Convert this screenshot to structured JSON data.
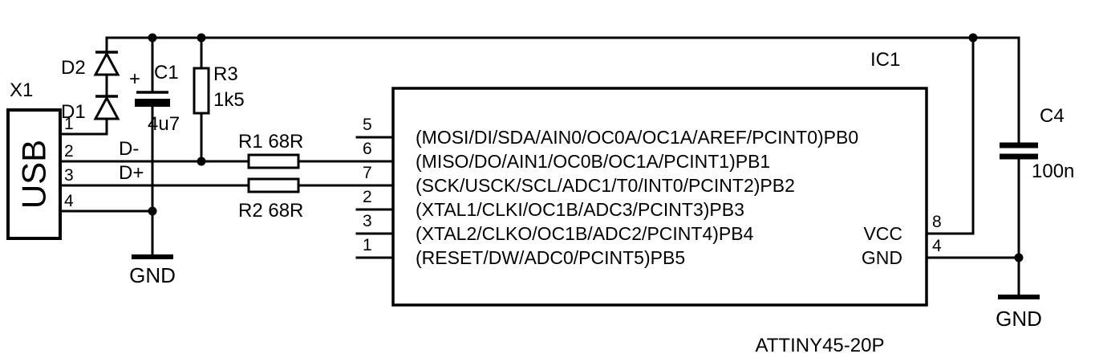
{
  "schematic": {
    "connector": {
      "ref": "X1",
      "name": "USB",
      "pin_numbers": [
        "1",
        "2",
        "3",
        "4"
      ]
    },
    "diodes": {
      "d2": "D2",
      "d1": "D1"
    },
    "capacitor_c1": {
      "ref": "C1",
      "value": "4u7",
      "polarity": "+"
    },
    "resistor_r3": {
      "ref": "R3",
      "value": "1k5"
    },
    "resistor_r1": {
      "label": "R1 68R"
    },
    "resistor_r2": {
      "label": "R2 68R"
    },
    "net_labels": {
      "dminus": "D-",
      "dplus": "D+"
    },
    "ground_left": "GND",
    "ic": {
      "ref": "IC1",
      "part": "ATTINY45-20P",
      "left_pins": [
        {
          "number": "5",
          "label": "(MOSI/DI/SDA/AIN0/OC0A/OC1A/AREF/PCINT0)PB0"
        },
        {
          "number": "6",
          "label": "(MISO/DO/AIN1/OC0B/OC1A/PCINT1)PB1"
        },
        {
          "number": "7",
          "label": "(SCK/USCK/SCL/ADC1/T0/INT0/PCINT2)PB2"
        },
        {
          "number": "2",
          "label": "(XTAL1/CLKI/OC1B/ADC3/PCINT3)PB3"
        },
        {
          "number": "3",
          "label": "(XTAL2/CLKO/OC1B/ADC2/PCINT4)PB4"
        },
        {
          "number": "1",
          "label": "(RESET/DW/ADC0/PCINT5)PB5"
        }
      ],
      "right_pins": [
        {
          "number": "8",
          "label": "VCC"
        },
        {
          "number": "4",
          "label": "GND"
        }
      ]
    },
    "capacitor_c4": {
      "ref": "C4",
      "value": "100n"
    },
    "ground_right": "GND",
    "colors": {
      "ink": "#000000",
      "background": "#ffffff"
    }
  }
}
